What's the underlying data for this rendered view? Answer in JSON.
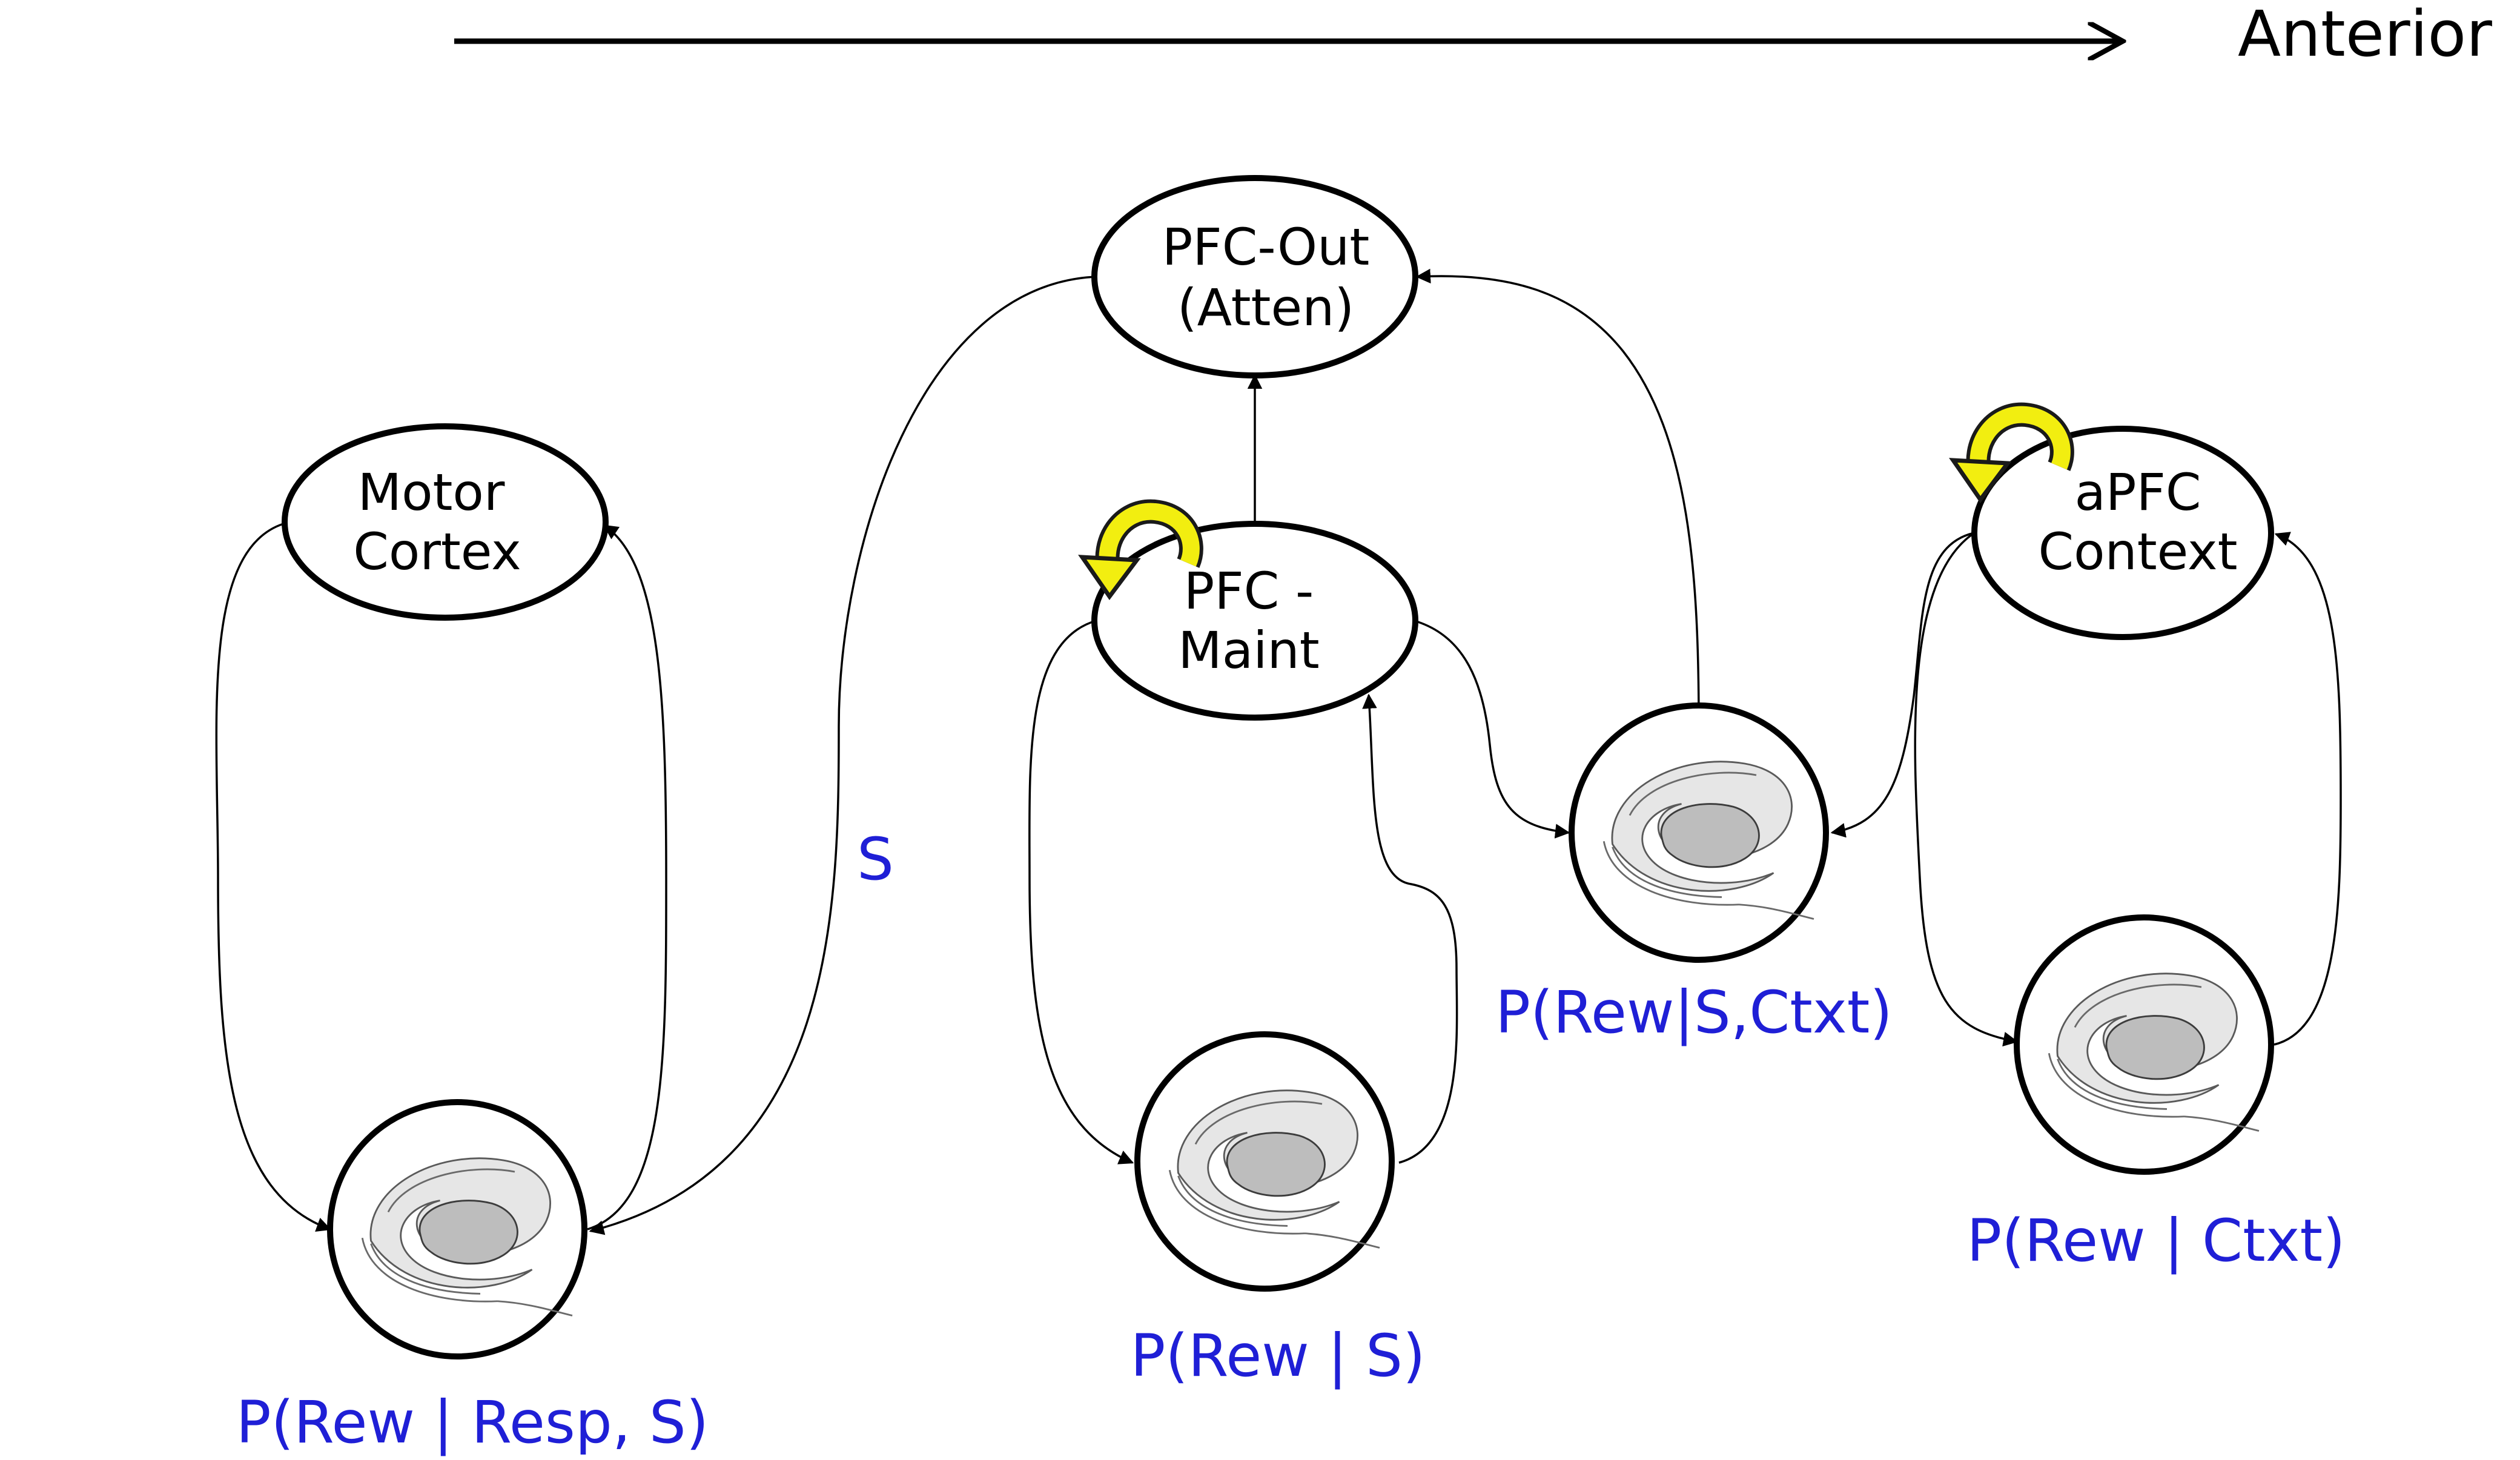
{
  "axis": {
    "label": "Anterior"
  },
  "nodes": {
    "motor_cortex": {
      "line1": "Motor",
      "line2": "Cortex"
    },
    "pfc_out": {
      "line1": "PFC-Out",
      "line2": "(Atten)"
    },
    "pfc_maint": {
      "line1": "PFC -",
      "line2": "Maint"
    },
    "apfc_context": {
      "line1": "aPFC",
      "line2": "Context"
    }
  },
  "labels": {
    "signal_s": "S",
    "motor_striatum": "P(Rew | Resp, S)",
    "maint_striatum": "P(Rew | S)",
    "out_striatum": "P(Rew|S,Ctxt)",
    "context_striatum": "P(Rew | Ctxt)"
  },
  "colors": {
    "label_blue": "#1f1fd6",
    "loop_yellow": "#f2ee10",
    "stroke": "#000000"
  },
  "icons": {
    "striatum": "basal-ganglia-icon",
    "self_loop": "recurrent-loop-icon"
  }
}
